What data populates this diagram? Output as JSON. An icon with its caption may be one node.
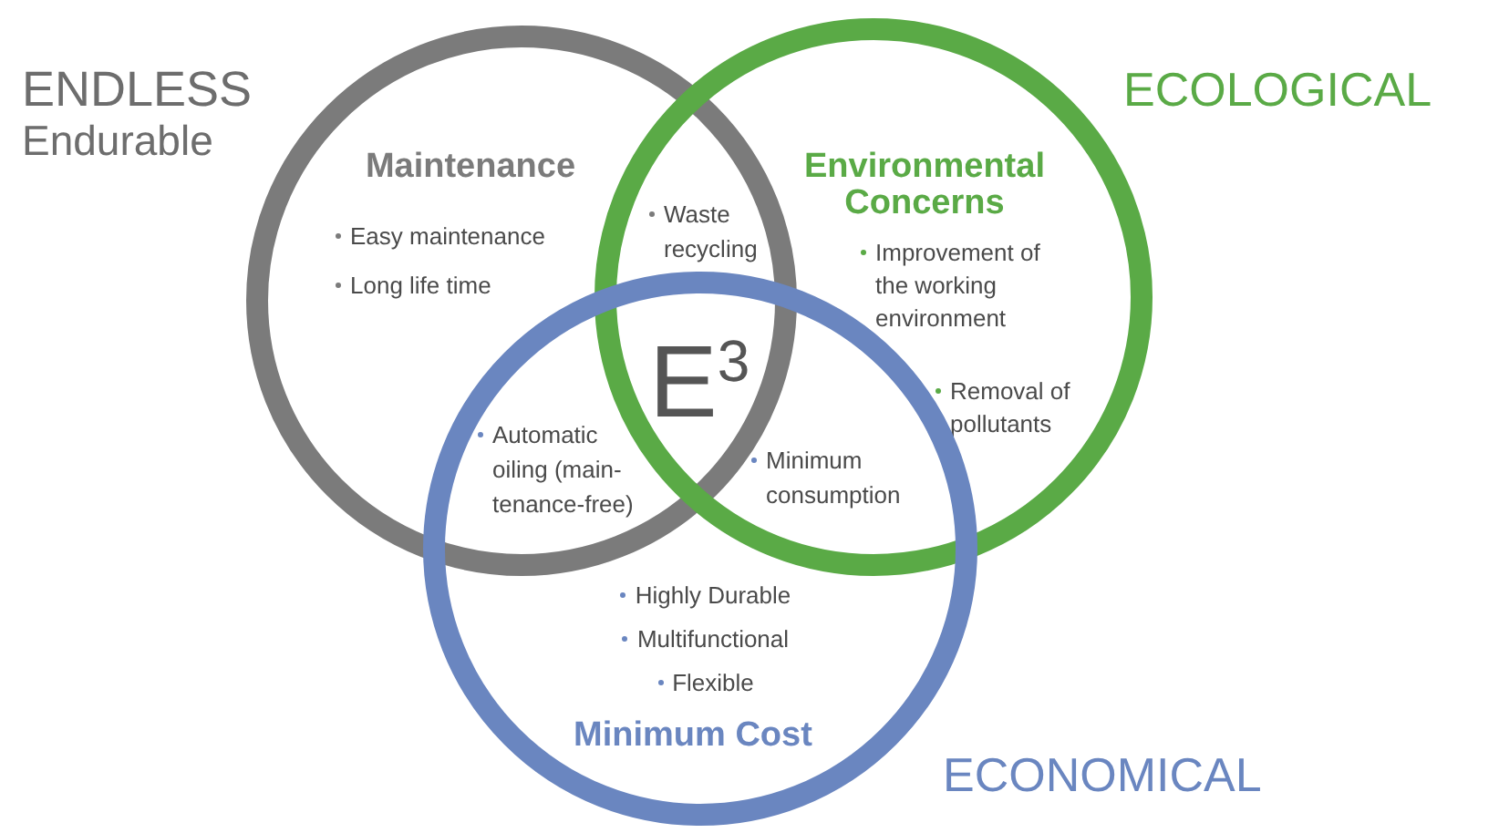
{
  "diagram": {
    "nodes": [
      {
        "text": [
          "Maintenance",
          "Easy maintenance",
          "Long life time"
        ],
        "beside": [
          "ENDLESS",
          "Endurable"
        ]
      },
      {
        "text": [
          "Environmental Concerns",
          "Improvement of the working environment",
          "Removal of pollutants"
        ],
        "beside": [
          "ECOLOGICAL"
        ]
      },
      {
        "text": [
          "Highly Durable",
          "Multifunctional",
          "Flexible",
          "Minimum Cost"
        ],
        "beside": [
          "ECONOMICAL"
        ]
      }
    ],
    "labels": [
      "Waste recycling",
      "E$^{3}$",
      "Automatic oiling (main-tenance-free)",
      "Minimum consumption"
    ]
  }
}
